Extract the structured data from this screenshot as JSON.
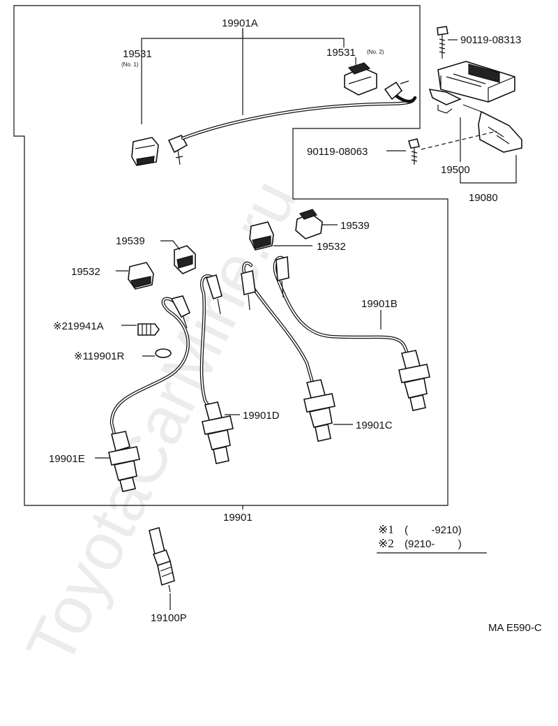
{
  "watermark": "ToyotaCarMine.ru",
  "figure_code": "MA E590-C",
  "labels": {
    "p19901A": "19901A",
    "p19531_1": "19531",
    "p19531_1_note": "(No. 1)",
    "p19531_2": "19531",
    "p19531_2_note": "(No. 2)",
    "p90119_08313": "90119-08313",
    "p90119_08063": "90119-08063",
    "p19500": "19500",
    "p19080": "19080",
    "p19539_right": "19539",
    "p19532_right": "19532",
    "p19539_left": "19539",
    "p19532_left": "19532",
    "p19941A": "※219941A",
    "p19901R": "※119901R",
    "p19901B": "19901B",
    "p19901D": "19901D",
    "p19901C": "19901C",
    "p19901E": "19901E",
    "p19901": "19901",
    "p19100P": "19100P"
  },
  "notes": [
    {
      "mark": "※1",
      "range": "(        -9210)"
    },
    {
      "mark": "※2",
      "range": "(9210-        )"
    }
  ]
}
